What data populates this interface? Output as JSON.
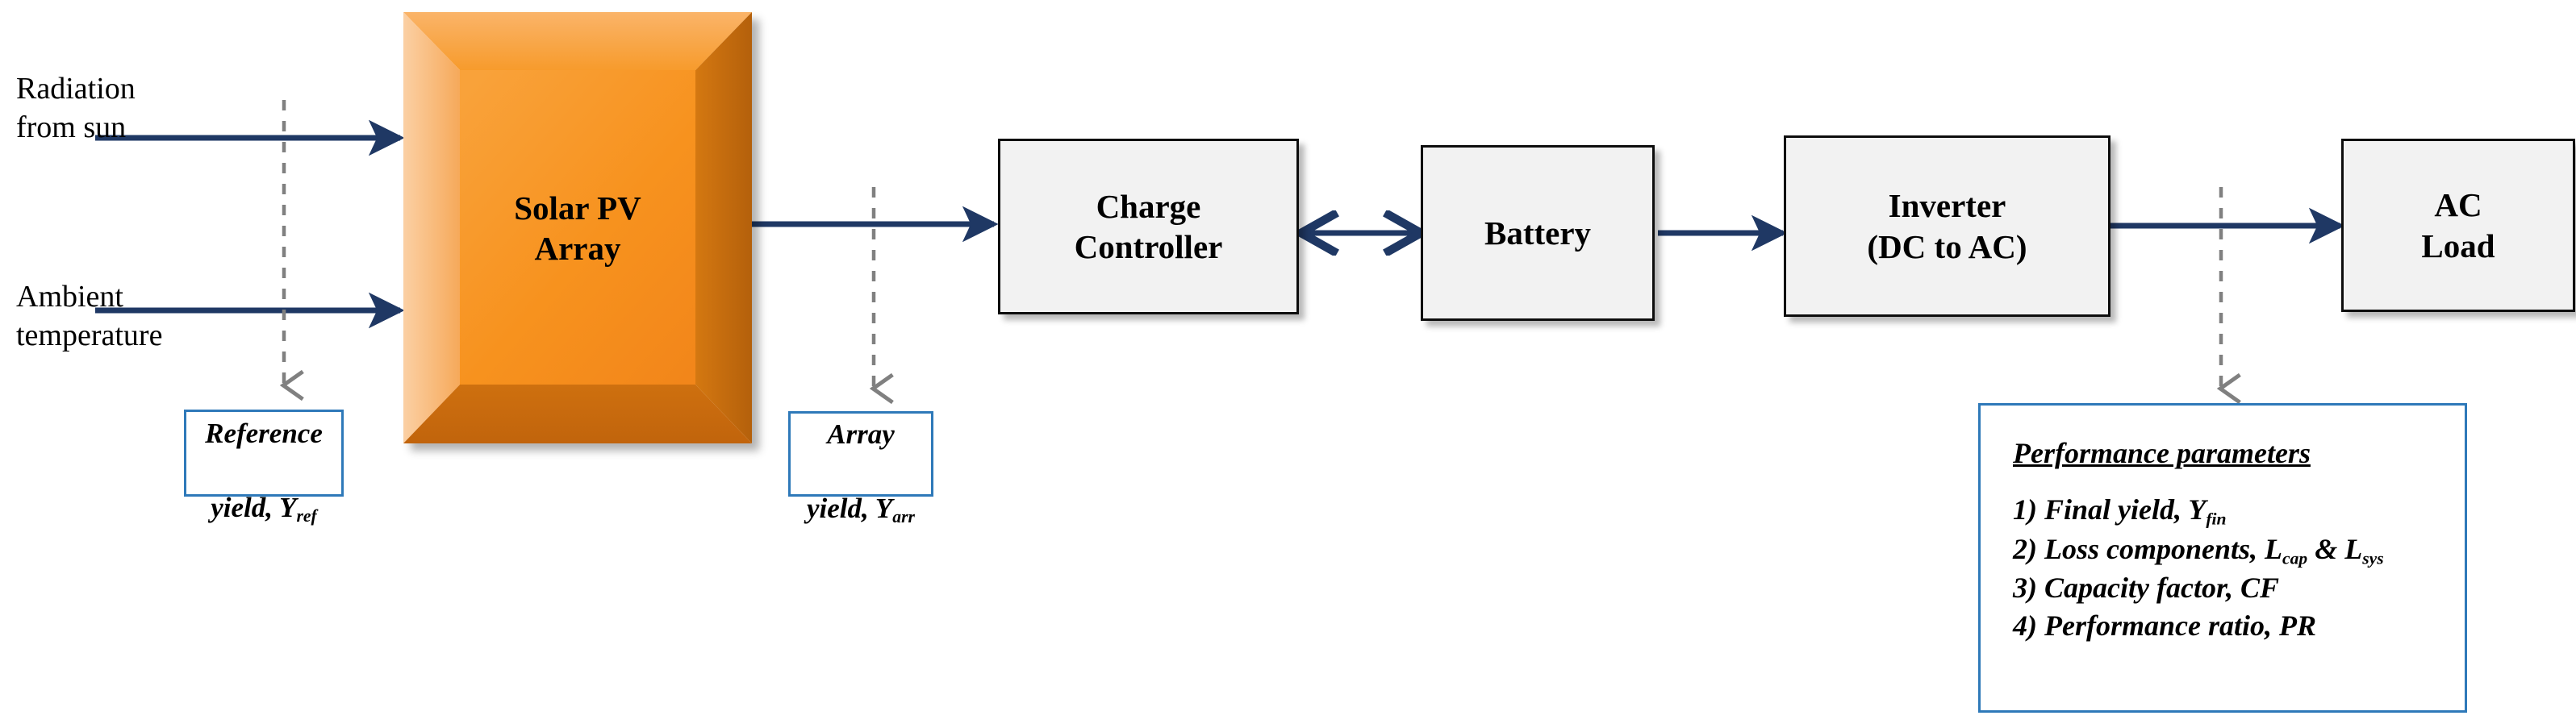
{
  "diagram": {
    "title": "Solar PV system block diagram with performance parameters",
    "colors": {
      "flow_arrow": "#1F3864",
      "dashed_arrow": "#808080",
      "callout_border": "#2E79B9",
      "box_fill": "#F2F2F2",
      "box_border": "#0D0D0D",
      "pv_light": "#F8B878",
      "pv_mid": "#F79722",
      "pv_dark": "#C0600C",
      "pv_shade": "#D5730F"
    },
    "inputs": [
      {
        "id": "radiation",
        "label": "Radiation\nfrom sun"
      },
      {
        "id": "ambient",
        "label": "Ambient\ntemperature"
      }
    ],
    "blocks": [
      {
        "id": "solar-pv-array",
        "label": "Solar PV\nArray",
        "style": "bevel-3d"
      },
      {
        "id": "charge-controller",
        "label": "Charge\nController",
        "style": "flat"
      },
      {
        "id": "battery",
        "label": "Battery",
        "style": "flat"
      },
      {
        "id": "inverter",
        "label": "Inverter\n(DC to AC)",
        "style": "flat"
      },
      {
        "id": "ac-load",
        "label": "AC\nLoad",
        "style": "flat"
      }
    ],
    "callouts": [
      {
        "id": "reference-yield",
        "line1": "Reference",
        "line2_pre": "yield, Y",
        "line2_sub": "ref"
      },
      {
        "id": "array-yield",
        "line1": "Array",
        "line2_pre": "yield, Y",
        "line2_sub": "arr"
      }
    ],
    "performance": {
      "title": "Performance parameters",
      "items": [
        {
          "num": "1)",
          "text_pre": "Final yield, Y",
          "sub": "fin",
          "text_post": ""
        },
        {
          "num": "2)",
          "text_pre": "Loss components, L",
          "sub": "cap",
          "text_post": " & L",
          "sub2": "sys"
        },
        {
          "num": "3)",
          "text_pre": "Capacity factor, CF",
          "sub": "",
          "text_post": ""
        },
        {
          "num": "4)",
          "text_pre": "Performance ratio, PR",
          "sub": "",
          "text_post": ""
        }
      ]
    },
    "connections": [
      {
        "id": "radiation-to-pv",
        "from": "radiation",
        "to": "solar-pv-array",
        "kind": "solid-arrow"
      },
      {
        "id": "ambient-to-pv",
        "from": "ambient",
        "to": "solar-pv-array",
        "kind": "solid-arrow"
      },
      {
        "id": "pv-to-charge-controller",
        "from": "solar-pv-array",
        "to": "charge-controller",
        "kind": "solid-arrow"
      },
      {
        "id": "charge-controller-to-battery",
        "from": "charge-controller",
        "to": "battery",
        "kind": "double-arrow"
      },
      {
        "id": "battery-to-inverter",
        "from": "battery",
        "to": "inverter",
        "kind": "solid-arrow"
      },
      {
        "id": "inverter-to-ac-load",
        "from": "inverter",
        "to": "ac-load",
        "kind": "solid-arrow"
      },
      {
        "id": "tap-reference-yield",
        "from": "radiation-to-pv",
        "to": "reference-yield",
        "kind": "dashed-arrow"
      },
      {
        "id": "tap-array-yield",
        "from": "pv-to-charge-controller",
        "to": "array-yield",
        "kind": "dashed-arrow"
      },
      {
        "id": "tap-performance",
        "from": "inverter-to-ac-load",
        "to": "performance",
        "kind": "dashed-arrow"
      }
    ]
  }
}
